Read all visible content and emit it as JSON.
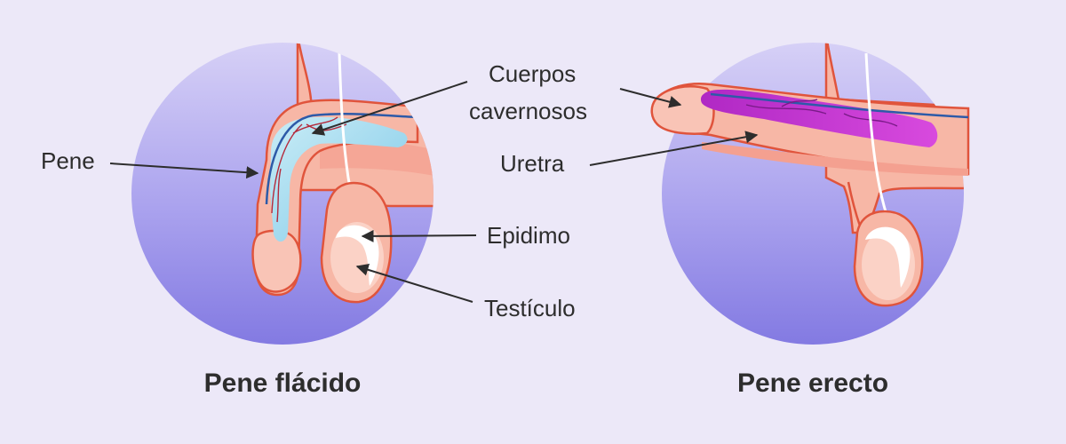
{
  "labels": {
    "pene": "Pene",
    "cuerpos_line1": "Cuerpos",
    "cuerpos_line2": "cavernosos",
    "uretra": "Uretra",
    "epidimo": "Epidimo",
    "testiculo": "Testículo"
  },
  "captions": {
    "flaccid": "Pene flácido",
    "erect": "Pene erecto"
  },
  "colors": {
    "background": "#ece8f8",
    "circle_top": "#d2ccf4",
    "circle_bottom": "#8a80e6",
    "skin": "#f7b7a6",
    "skin_outline": "#e0543c",
    "inner_pink": "#f4a090",
    "cavernous_flaccid": "#a6dcee",
    "cavernous_erect": "#c43ad0",
    "vessel_blue": "#2d5aa8",
    "vessel_red": "#b42a3c",
    "testis": "#fbd2c6",
    "epididymis": "#ffffff",
    "text": "#2d2d2d"
  }
}
